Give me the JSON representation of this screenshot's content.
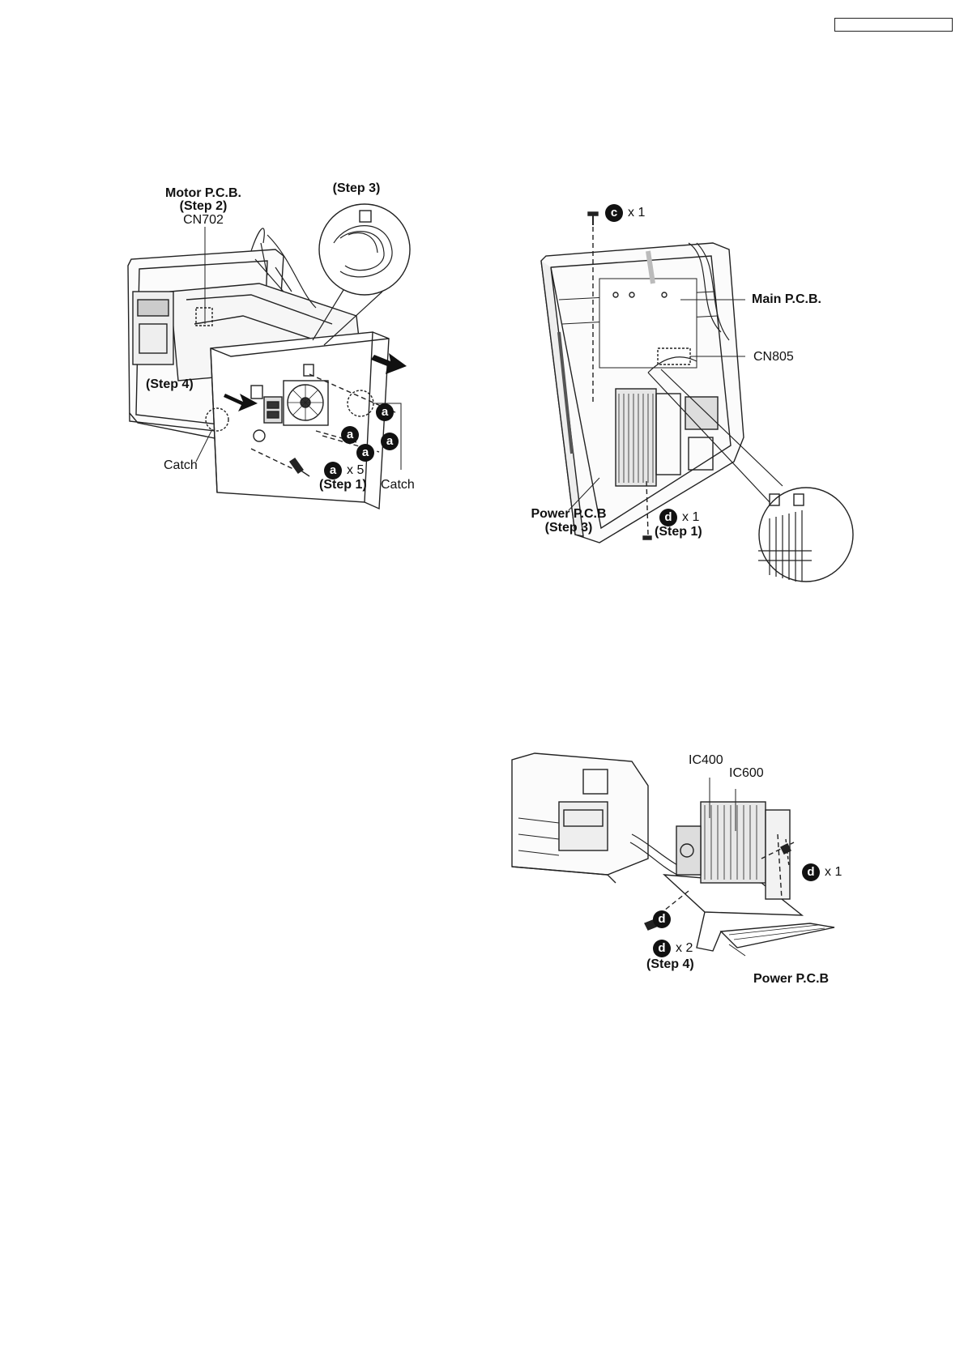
{
  "header": {
    "model_box": ""
  },
  "fig1": {
    "motor_pcb": "Motor P.C.B.",
    "step2": "(Step 2)",
    "cn702": "CN702",
    "step3": "(Step 3)",
    "step4": "(Step 4)",
    "catch_left": "Catch",
    "catch_right": "Catch",
    "screw_letter": "a",
    "screw_count": "x 5",
    "step1": "(Step 1)"
  },
  "fig2": {
    "screw_c_letter": "c",
    "screw_c_count": "x 1",
    "main_pcb": "Main P.C.B.",
    "cn805": "CN805",
    "power_pcb": "Power P.C.B",
    "step3": "(Step 3)",
    "screw_d_letter": "d",
    "screw_d_count": "x 1",
    "step1": "(Step 1)"
  },
  "fig3": {
    "ic400": "IC400",
    "ic600": "IC600",
    "screw_d1_letter": "d",
    "screw_d1_count": "x 1",
    "screw_d_letter": "d",
    "screw_d2_letter": "d",
    "screw_d2_count": "x 2",
    "step4": "(Step 4)",
    "power_pcb": "Power P.C.B"
  }
}
